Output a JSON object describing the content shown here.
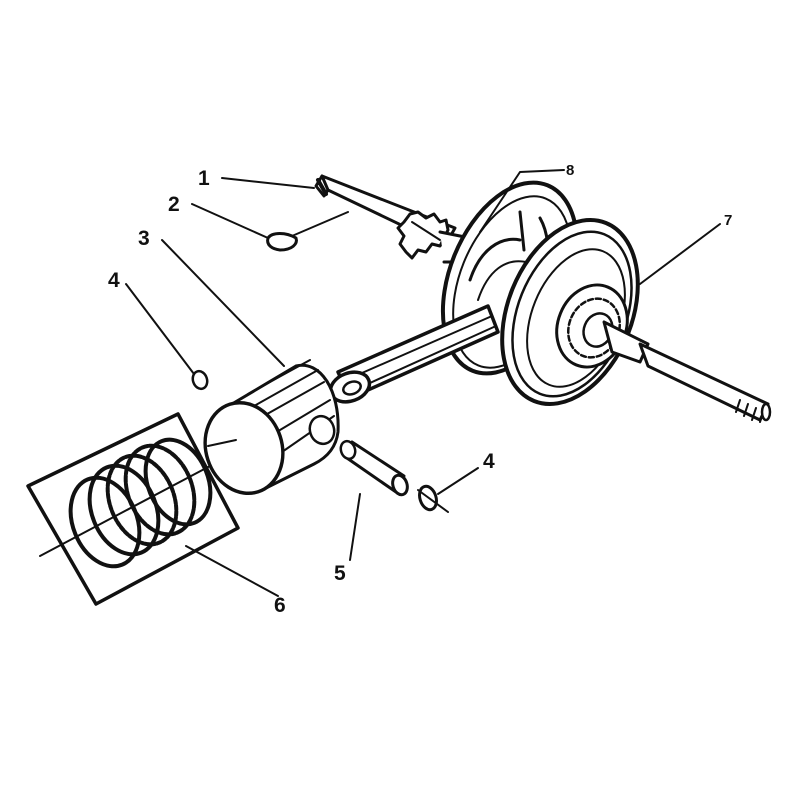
{
  "callouts": [
    {
      "id": "c1",
      "label": "1"
    },
    {
      "id": "c2",
      "label": "2"
    },
    {
      "id": "c3",
      "label": "3"
    },
    {
      "id": "c4a",
      "label": "4"
    },
    {
      "id": "c4b",
      "label": "4"
    },
    {
      "id": "c5",
      "label": "5"
    },
    {
      "id": "c6",
      "label": "6"
    },
    {
      "id": "c7",
      "label": "7"
    },
    {
      "id": "c8",
      "label": "8"
    }
  ],
  "colors": {
    "ink": "#111111",
    "paper": "#ffffff"
  }
}
